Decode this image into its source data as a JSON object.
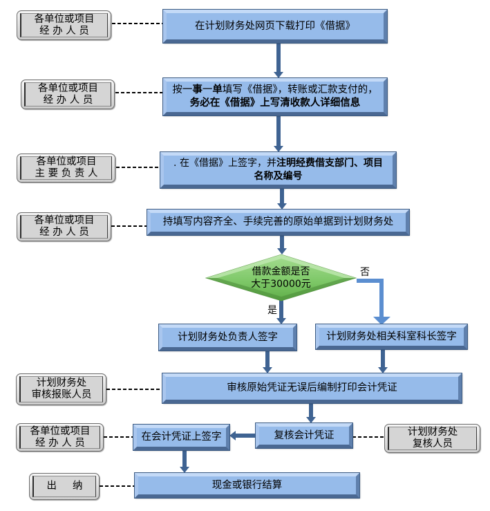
{
  "colors": {
    "step_fill": "#96BBEA",
    "arrow": "#3F6392",
    "no_branch_arrow": "#5B8ED0",
    "decision_fill": "#80C96A",
    "role_fill": "#D5D5D5",
    "connector_dash": "#000000"
  },
  "flow": {
    "steps": [
      {
        "lines": [
          [
            "在计划财务处网页下载打印《借据》"
          ]
        ]
      },
      {
        "lines": [
          [
            "按一",
            "事",
            "一",
            "单",
            "填写《借据》，转账或汇款支付的，"
          ],
          [
            "务必在《借据》上写清收款人详细信息"
          ]
        ]
      },
      {
        "lines": [
          [
            ". 在《借据》上签字，并",
            "注明经费借支部门、项目"
          ],
          [
            "名称及编号"
          ]
        ]
      },
      {
        "lines": [
          [
            "持填写内容齐全、手续完善的原始单据到计划财务处"
          ]
        ]
      },
      {
        "lines": [
          [
            "计划财务处负责人签字"
          ]
        ]
      },
      {
        "lines": [
          [
            "计划财务处相关科室科长签字"
          ]
        ]
      },
      {
        "lines": [
          [
            "审核原始凭证无误后编制打印会计凭证"
          ]
        ]
      },
      {
        "lines": [
          [
            "复核会计凭证"
          ]
        ]
      },
      {
        "lines": [
          [
            "在会计凭证上签字"
          ]
        ]
      },
      {
        "lines": [
          [
            "现金或银行结算"
          ]
        ]
      }
    ],
    "decision": {
      "lines": [
        "借款金额是否",
        "大于30000元"
      ],
      "yes_label": "是",
      "no_label": "否"
    }
  },
  "roles": [
    {
      "lines": [
        "各单位或项目",
        "经 办 人 员"
      ]
    },
    {
      "lines": [
        "各单位或项目",
        "经 办 人 员"
      ]
    },
    {
      "lines": [
        "各单位或项目",
        "主 要 负 责 人"
      ]
    },
    {
      "lines": [
        "各单位或项目",
        "经 办 人 员"
      ]
    },
    {
      "lines": [
        "计划财务处",
        "审核报账人员"
      ]
    },
    {
      "lines": [
        "各单位或项目",
        "经 办 人 员"
      ]
    },
    {
      "lines": [
        "出     纳"
      ]
    },
    {
      "lines": [
        "计划财务处",
        "复核人员"
      ]
    }
  ]
}
